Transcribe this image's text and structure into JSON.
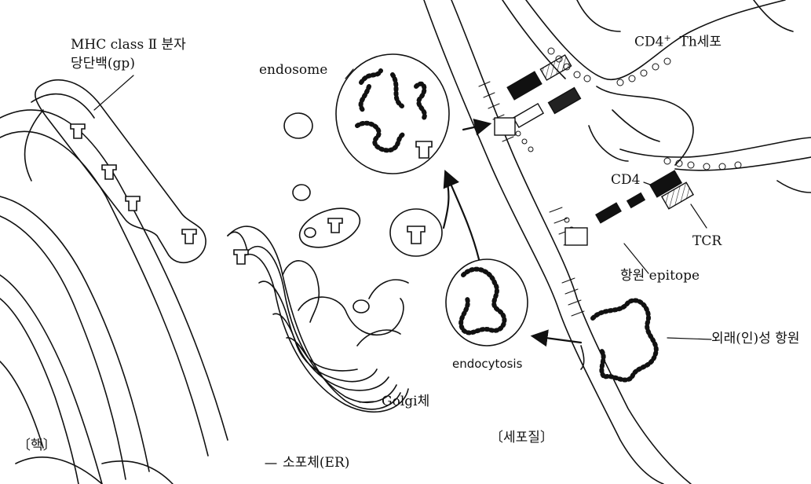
{
  "labels": {
    "mhc_line1": "MHC class Ⅱ 분자",
    "mhc_line2": "당단백(gp)",
    "endosome": "endosome",
    "cd4_th_prefix": "CD4",
    "cd4_th_sup": "+",
    "cd4_th_suffix": "Th세포",
    "cd4": "CD4",
    "tcr": "TCR",
    "antigen_epitope": "항원 epitope",
    "foreign_antigen": "외래(인)성 항원",
    "endocytosis": "endocytosis",
    "golgi": "Golgi체",
    "nucleus": "〔핵〕",
    "er": "소포체(ER)",
    "cytoplasm": "〔세포질〕"
  },
  "colors": {
    "ink": "#111111",
    "background": "#ffffff"
  }
}
